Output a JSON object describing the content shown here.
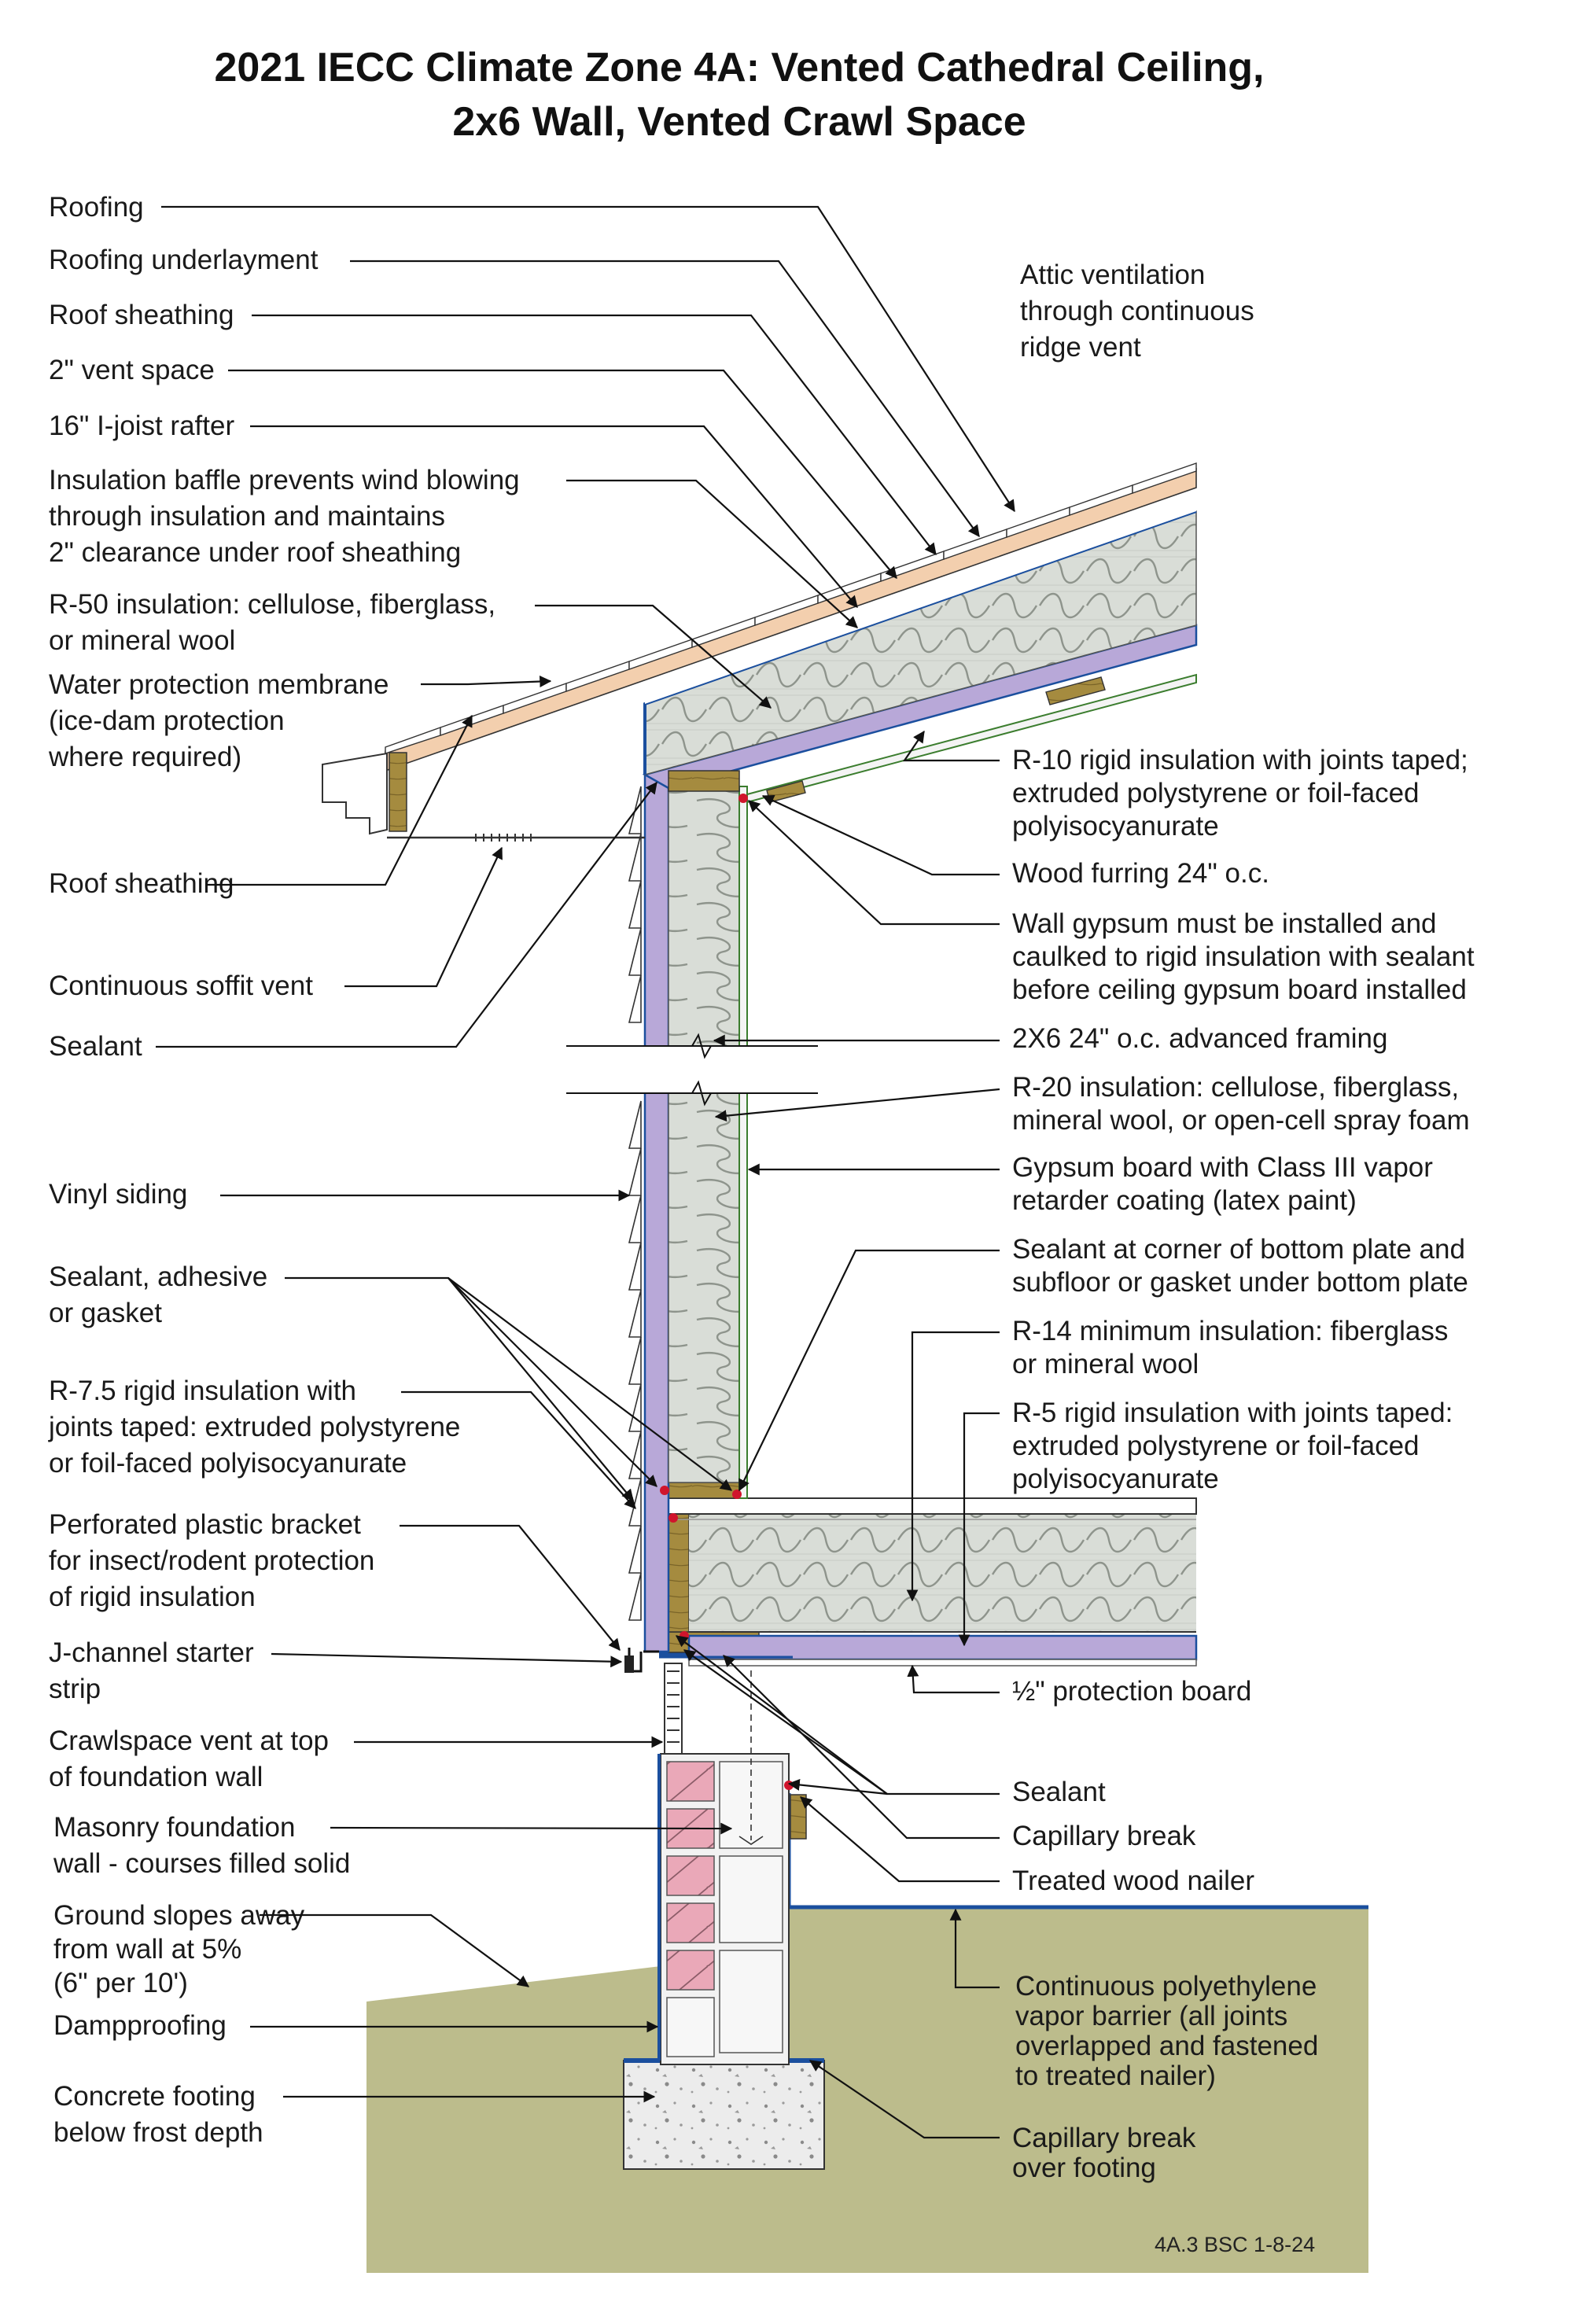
{
  "title": {
    "line1": "2021 IECC Climate Zone 4A: Vented Cathedral Ceiling,",
    "line2": "2x6 Wall, Vented Crawl Space"
  },
  "colors": {
    "soil": "#bcbc8c",
    "rigid_insulation": "#b8a8d8",
    "batt_insulation": "#d9ddd7",
    "framing_wood": "#a58b3f",
    "roof_sheathing": "#f3cfae",
    "vapor_barrier": "#1b4f9e",
    "sealant": "#d0142c",
    "brick": "#eaa8b8",
    "concrete": "#e9e9e9"
  },
  "labels": {
    "roofing": "Roofing",
    "roofing_underlayment": "Roofing underlayment",
    "roof_sheathing": "Roof sheathing",
    "vent_space": "2\" vent space",
    "i_joist": "16\" I-joist rafter",
    "baffle": [
      "Insulation baffle prevents wind blowing",
      "through insulation and maintains",
      "2\" clearance under roof sheathing"
    ],
    "r50": [
      "R-50 insulation: cellulose, fiberglass,",
      "or mineral wool"
    ],
    "water_membrane": [
      "Water protection membrane",
      "(ice-dam protection",
      "where required)"
    ],
    "roof_sheathing_2": "Roof sheathing",
    "soffit_vent": "Continuous soffit vent",
    "sealant_left": "Sealant",
    "vinyl_siding": "Vinyl siding",
    "sealant_adhesive": [
      "Sealant, adhesive",
      "or gasket"
    ],
    "r75": [
      "R-7.5 rigid insulation with",
      "joints taped: extruded polystyrene",
      "or foil-faced polyisocyanurate"
    ],
    "perforated_bracket": [
      "Perforated plastic bracket",
      "for insect/rodent protection",
      "of rigid insulation"
    ],
    "j_channel": [
      "J-channel starter",
      "strip"
    ],
    "crawl_vent": [
      "Crawlspace vent at top",
      "of foundation wall"
    ],
    "masonry": [
      "Masonry foundation",
      "wall - courses filled solid"
    ],
    "ground_slope": [
      "Ground slopes away",
      "from wall at 5%",
      "(6\" per 10')"
    ],
    "dampproofing": "Dampproofing",
    "footing": [
      "Concrete footing",
      "below frost depth"
    ],
    "attic_vent": [
      "Attic ventilation",
      "through continuous",
      "ridge vent"
    ],
    "r10": [
      "R-10 rigid insulation with joints taped;",
      "extruded polystyrene or foil-faced",
      "polyisocyanurate"
    ],
    "wood_furring": "Wood furring 24\" o.c.",
    "wall_gypsum": [
      "Wall gypsum must be installed and",
      "caulked to rigid insulation with sealant",
      "before ceiling gypsum board installed"
    ],
    "framing": "2X6 24\" o.c. advanced framing",
    "r20": [
      "R-20 insulation: cellulose, fiberglass,",
      "mineral wool, or open-cell spray foam"
    ],
    "gypsum_board": [
      "Gypsum board with Class III vapor",
      "retarder coating (latex paint)"
    ],
    "sealant_corner": [
      "Sealant at corner of bottom plate and",
      "subfloor or gasket under bottom plate"
    ],
    "r14": [
      "R-14 minimum insulation: fiberglass",
      "or mineral wool"
    ],
    "r5": [
      "R-5 rigid insulation with joints taped:",
      "extruded polystyrene or foil-faced",
      "polyisocyanurate"
    ],
    "protection_board": "½\" protection board",
    "sealant_right": "Sealant",
    "capillary_break": "Capillary break",
    "treated_nailer": "Treated wood nailer",
    "poly_barrier": [
      "Continuous polyethylene",
      "vapor barrier (all joints",
      "overlapped and fastened",
      "to treated nailer)"
    ],
    "capillary_footing": [
      "Capillary break",
      "over footing"
    ]
  },
  "reference": "4A.3 BSC 1-8-24"
}
